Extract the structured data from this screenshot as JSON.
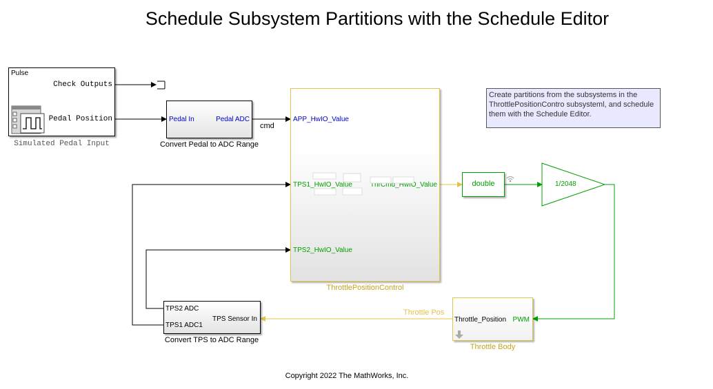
{
  "title": "Schedule Subsystem Partitions with the Schedule Editor",
  "copyright": "Copyright 2022 The MathWorks, Inc.",
  "colors": {
    "black": "#000000",
    "blue": "#0000cc",
    "green": "#00a000",
    "gold": "#e2c34a",
    "gold_text": "#c8a21e",
    "note_bg": "#e8e8ff"
  },
  "blocks": {
    "simulated_pedal_input": {
      "caption": "Simulated Pedal Input",
      "inner_label": "Pulse",
      "port_check_outputs": "Check Outputs",
      "port_pedal_position": "Pedal Position",
      "icon": "signal-builder-icon"
    },
    "terminator": {
      "icon": "terminator-icon"
    },
    "convert_pedal": {
      "caption": "Convert Pedal to ADC Range",
      "in_port": "Pedal In",
      "out_port": "Pedal ADC"
    },
    "throttle_position_control": {
      "caption": "ThrottlePositionControl",
      "port_app": "APP_HwIO_Value",
      "port_tps1": "TPS1_HwIO_Value",
      "port_tps2": "TPS2_HwIO_Value",
      "port_thrcmd": "ThrCmd_HwIO_Value"
    },
    "data_type_conversion": {
      "label": "double",
      "icon": "wireless-signal-icon"
    },
    "gain": {
      "label": "1/2048"
    },
    "throttle_body": {
      "caption": "Throttle Body",
      "in_port": "PWM",
      "out_port": "Throttle_Position",
      "icon": "down-arrow-icon"
    },
    "convert_tps": {
      "caption": "Convert TPS to ADC Range",
      "in_port": "TPS Sensor In",
      "out_tps2": "TPS2 ADC",
      "out_tps1": "TPS1 ADC1"
    }
  },
  "signals": {
    "cmd": "cmd",
    "throttle_pos": "Throttle Pos"
  },
  "annotation": {
    "text": "Create partitions from the subsystems in the ThrottlePositionContro subsysteml, and schedule them with the Schedule Editor."
  }
}
